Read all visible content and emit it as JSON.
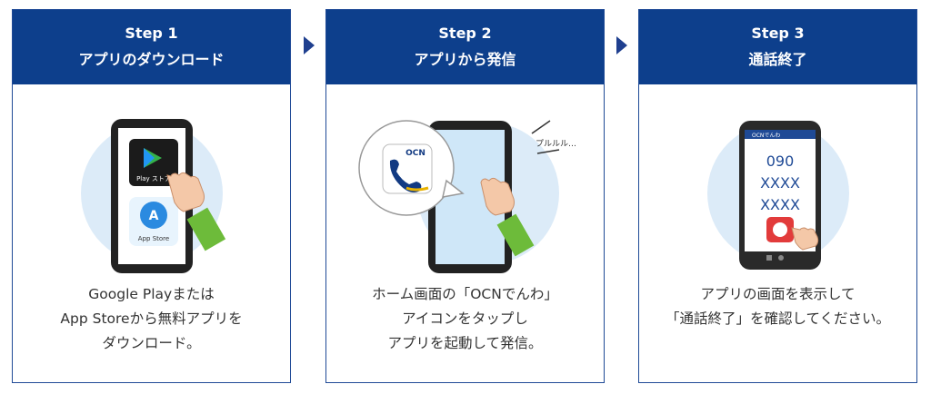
{
  "colors": {
    "header": "#0d3f8c",
    "border": "#1f4a96",
    "arrow": "#1f3f8f",
    "circle": "#dcebf8",
    "text": "#333333"
  },
  "steps": [
    {
      "step": "Step 1",
      "title": "アプリのダウンロード",
      "desc": [
        "Google Playまたは",
        "App Storeから無料アプリを",
        "ダウンロード。"
      ],
      "icons": {
        "play_label": "Play ストア",
        "appstore_label": "App Store"
      }
    },
    {
      "step": "Step 2",
      "title": "アプリから発信",
      "desc": [
        "ホーム画面の「OCNでんわ」",
        "アイコンをタップし",
        "アプリを起動して発信。"
      ],
      "icons": {
        "ocn_label": "OCN",
        "ring_text": "プルルル…"
      }
    },
    {
      "step": "Step 3",
      "title": "通話終了",
      "desc": [
        "アプリの画面を表示して",
        "「通話終了」を確認してください。"
      ],
      "icons": {
        "screen_top": "OCNでんわ",
        "number_lines": [
          "090",
          "XXXX",
          "XXXX"
        ]
      }
    }
  ]
}
